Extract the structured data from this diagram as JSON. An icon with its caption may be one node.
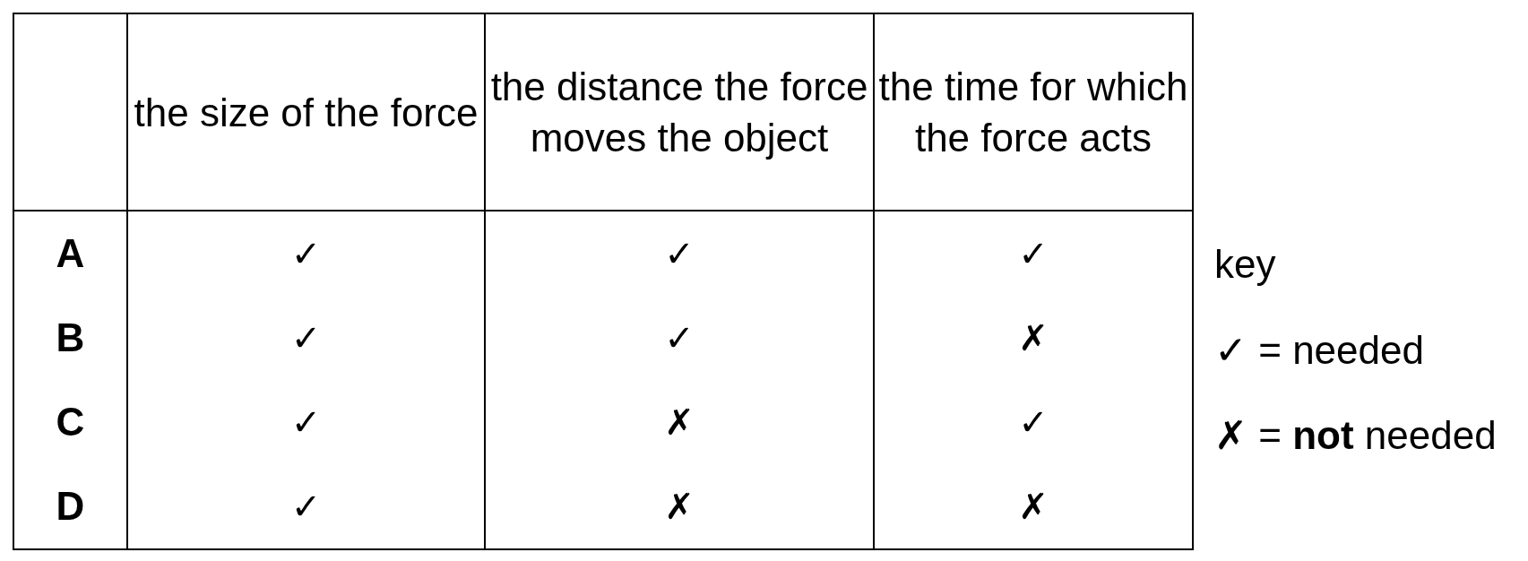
{
  "diagram": {
    "labels": [
      "the size of the force",
      "the distance the force moves the object",
      "the time for which the force acts",
      "A",
      "✓",
      "✓",
      "✓",
      "B",
      "✓",
      "✓",
      "✗",
      "C",
      "✓",
      "✗",
      "✓",
      "D",
      "✓",
      "✗",
      "✗",
      "key",
      "✓ = needed",
      "✗ = **not** needed"
    ]
  }
}
